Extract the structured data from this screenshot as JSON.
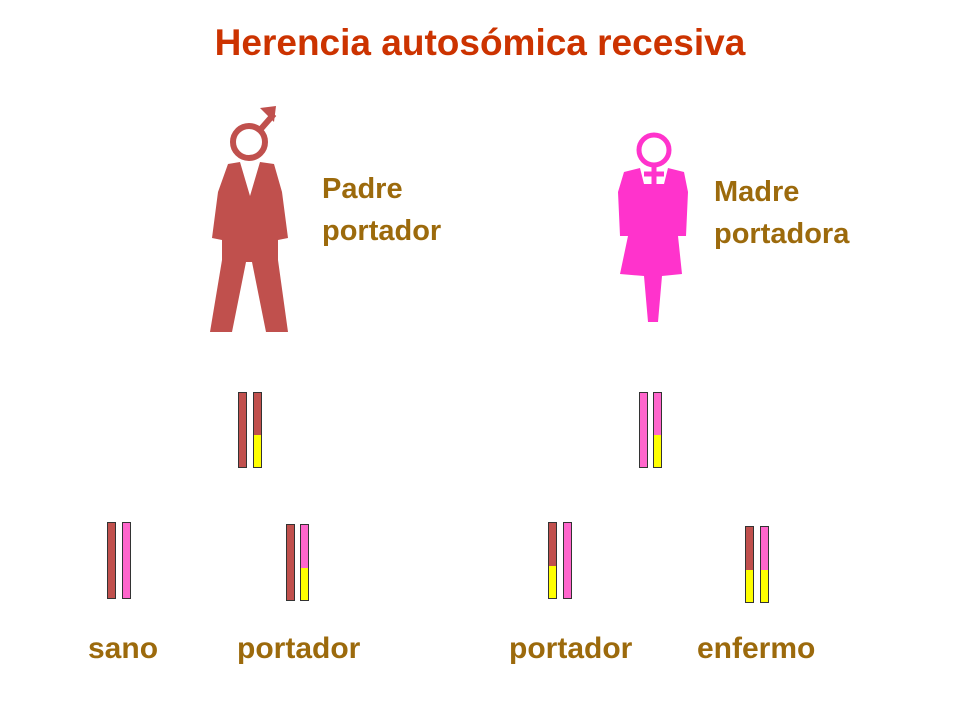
{
  "title": "Herencia autosómica recesiva",
  "father": {
    "line1": "Padre",
    "line2": "portador",
    "color": "#c0504d"
  },
  "mother": {
    "line1": "Madre",
    "line2": "portadora",
    "color": "#ff33cc"
  },
  "colors": {
    "paternal": "#c0504d",
    "maternal": "#ff66cc",
    "recessive_allele": "#ffff00",
    "label": "#9c6a0c",
    "title": "#cc3300"
  },
  "children": [
    {
      "label": "sano"
    },
    {
      "label": "portador"
    },
    {
      "label": "portador"
    },
    {
      "label": "enfermo"
    }
  ]
}
